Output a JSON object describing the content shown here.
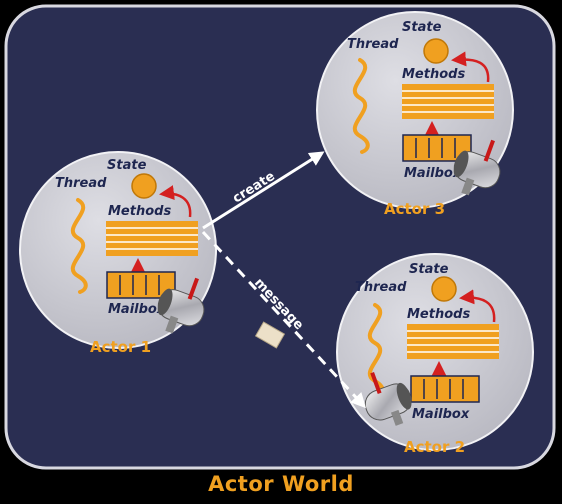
{
  "world": {
    "title": "Actor World"
  },
  "actors": [
    {
      "name": "Actor 1",
      "thread_label": "Thread",
      "state_label": "State",
      "methods_label": "Methods",
      "mailbox_label": "Mailbox"
    },
    {
      "name": "Actor 3",
      "thread_label": "Thread",
      "state_label": "State",
      "methods_label": "Methods",
      "mailbox_label": "Mailbox"
    },
    {
      "name": "Actor 2",
      "thread_label": "Thread",
      "state_label": "State",
      "methods_label": "Methods",
      "mailbox_label": "Mailbox"
    }
  ],
  "edges": {
    "create": "create",
    "message": "message"
  },
  "colors": {
    "background": "#000000",
    "world": "#2a2e52",
    "world_border": "#d8d8e0",
    "actor_fill": "#cfcfd6",
    "accent": "#f0a020",
    "label_dark": "#1e2650",
    "arrow_red": "#d42020"
  }
}
